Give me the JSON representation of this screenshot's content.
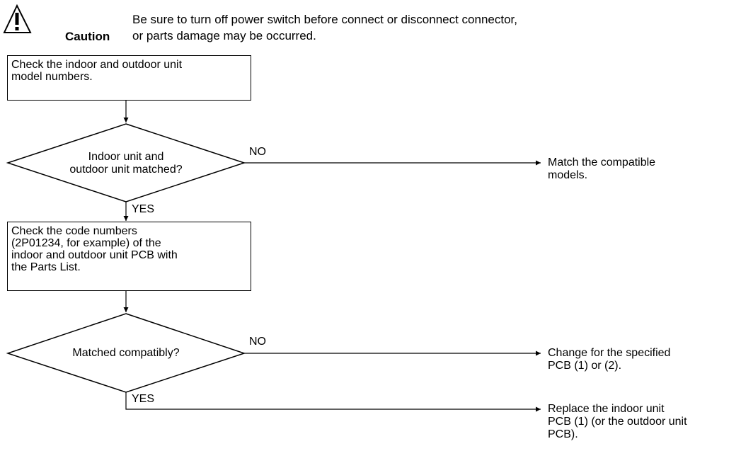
{
  "caution": {
    "icon": "warning-triangle-icon",
    "label": "Caution",
    "message": "Be sure to turn off power switch before connect or disconnect connector,\nor parts damage may be occurred."
  },
  "steps": {
    "check_models": "Check the indoor and outdoor unit\nmodel numbers.",
    "decision_units_matched": "Indoor unit and\noutdoor unit matched?",
    "check_codes": "Check the code numbers\n(2P01234, for example) of the\nindoor and outdoor unit PCB with\nthe Parts List.",
    "decision_compatible": "Matched compatibly?"
  },
  "branches": {
    "no_1": "NO",
    "yes_1": "YES",
    "no_2": "NO",
    "yes_2": "YES"
  },
  "results": {
    "match_models": "Match the compatible\nmodels.",
    "change_pcb": "Change for the specified\nPCB (1) or (2).",
    "replace_pcb": "Replace the indoor unit\nPCB (1) (or the outdoor unit\nPCB)."
  }
}
